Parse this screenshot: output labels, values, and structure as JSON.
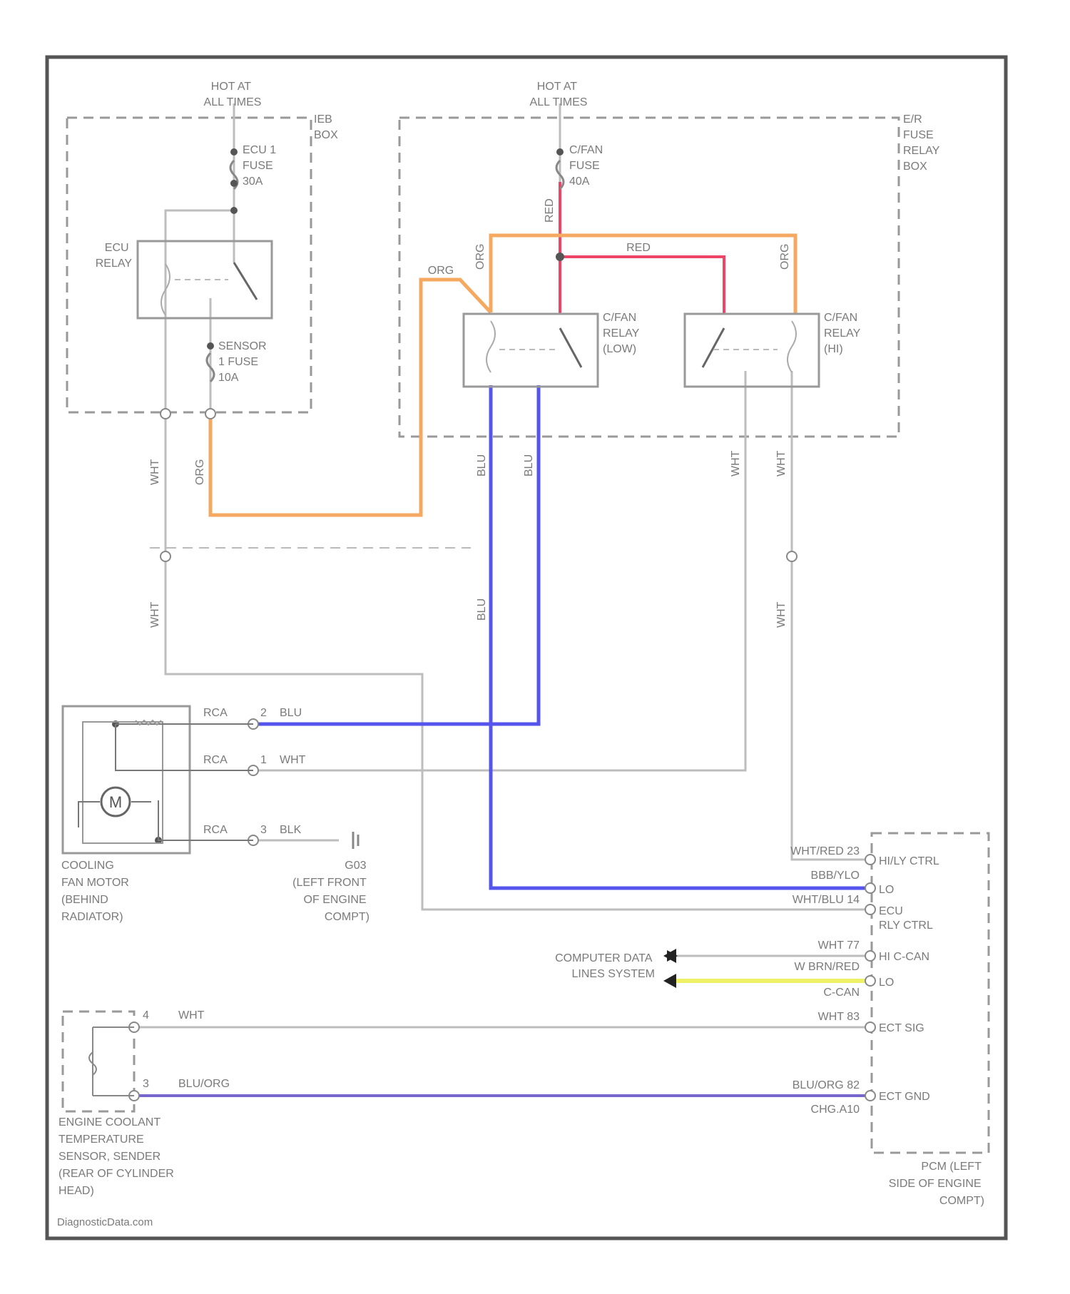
{
  "power": {
    "hot_left": [
      "HOT AT",
      "ALL TIMES"
    ],
    "hot_right": [
      "HOT AT",
      "ALL TIMES"
    ]
  },
  "boxes": {
    "ieb": [
      "IEB",
      "BOX"
    ],
    "eb": [
      "E/R",
      "FUSE",
      "RELAY",
      "BOX"
    ]
  },
  "fuses": {
    "ecu1": [
      "ECU 1",
      "FUSE",
      "30A"
    ],
    "sensor1": [
      "SENSOR",
      "1 FUSE",
      "10A"
    ],
    "cfan": [
      "C/FAN",
      "FUSE",
      "40A"
    ]
  },
  "relays": {
    "ecu": [
      "ECU",
      "RELAY"
    ],
    "cfan_low": [
      "C/FAN",
      "RELAY",
      "(LOW)"
    ],
    "cfan_hi": [
      "C/FAN",
      "RELAY",
      "(HI)"
    ]
  },
  "wire_colors": {
    "red": "RED",
    "org": "ORG",
    "blu": "BLU",
    "wht": "WHT",
    "blu_org": "BLU/ORG",
    "blk": "BLK"
  },
  "motor": {
    "symbol": "M",
    "connector": "RCA",
    "pins": [
      {
        "pin": "2",
        "color": "BLU"
      },
      {
        "pin": "1",
        "color": "WHT"
      },
      {
        "pin": "3",
        "color": "BLK"
      }
    ],
    "label": [
      "COOLING",
      "FAN MOTOR",
      "(BEHIND",
      "RADIATOR)"
    ]
  },
  "ground": {
    "id": "G03",
    "label": [
      "G03",
      "(LEFT FRONT",
      "OF ENGINE",
      "COMPT)"
    ]
  },
  "pcm": {
    "pins": [
      {
        "left": "WHT/RED 23",
        "right": "HI/LY CTRL"
      },
      {
        "left": "BBB/YLO",
        "right": "LO"
      },
      {
        "left": "WHT/BLU 14",
        "right": "ECU"
      },
      {
        "left": "",
        "right": "RLY CTRL"
      },
      {
        "left": "WHT 77",
        "right": "HI C-CAN"
      },
      {
        "left": "W BRN/RED",
        "right": "LO"
      },
      {
        "left": "C-CAN",
        "right": ""
      },
      {
        "left": "WHT 83",
        "right": "ECT SIG"
      },
      {
        "left": "BLU/ORG 82",
        "right": "ECT GND"
      },
      {
        "left": "CHG.A10",
        "right": ""
      }
    ],
    "label": [
      "PCM (LEFT",
      "SIDE OF ENGINE",
      "COMPT)"
    ]
  },
  "computer_data": [
    "COMPUTER DATA",
    "LINES SYSTEM"
  ],
  "sensor": {
    "pin_a": "4",
    "pin_b": "3",
    "wire_a": "WHT",
    "wire_b": "BLU/ORG",
    "label": [
      "ENGINE COOLANT",
      "TEMPERATURE",
      "SENSOR, SENDER",
      "(REAR OF CYLINDER",
      "HEAD)"
    ]
  },
  "footer": "DiagnosticData.com",
  "colors": {
    "frame": "#555555",
    "wire_gray": "#bdbdbd",
    "wire_red": "#ee4466",
    "wire_orange": "#f4a860",
    "wire_blue": "#5555ee",
    "wire_purple": "#7766cc",
    "wire_yellow": "#eef066",
    "box_dash": "#999999"
  }
}
